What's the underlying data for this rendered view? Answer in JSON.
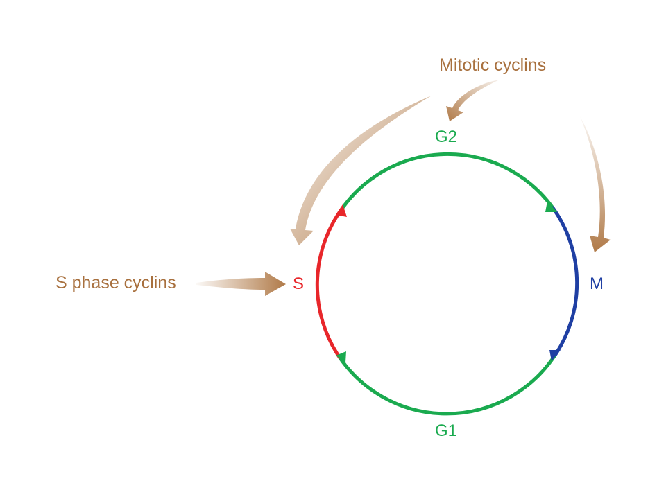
{
  "labels": {
    "mitotic_cyclins": "Mitotic cyclins",
    "s_phase_cyclins": "S phase cyclins",
    "phase_g2": "G2",
    "phase_s": "S",
    "phase_m": "M",
    "phase_g1": "G1"
  },
  "colors": {
    "cyclin_arrow": "#b07a48",
    "cyclin_text": "#a8703e",
    "g_phase": "#1aaa4f",
    "s_phase": "#e8262a",
    "m_phase": "#1f3fa3"
  }
}
